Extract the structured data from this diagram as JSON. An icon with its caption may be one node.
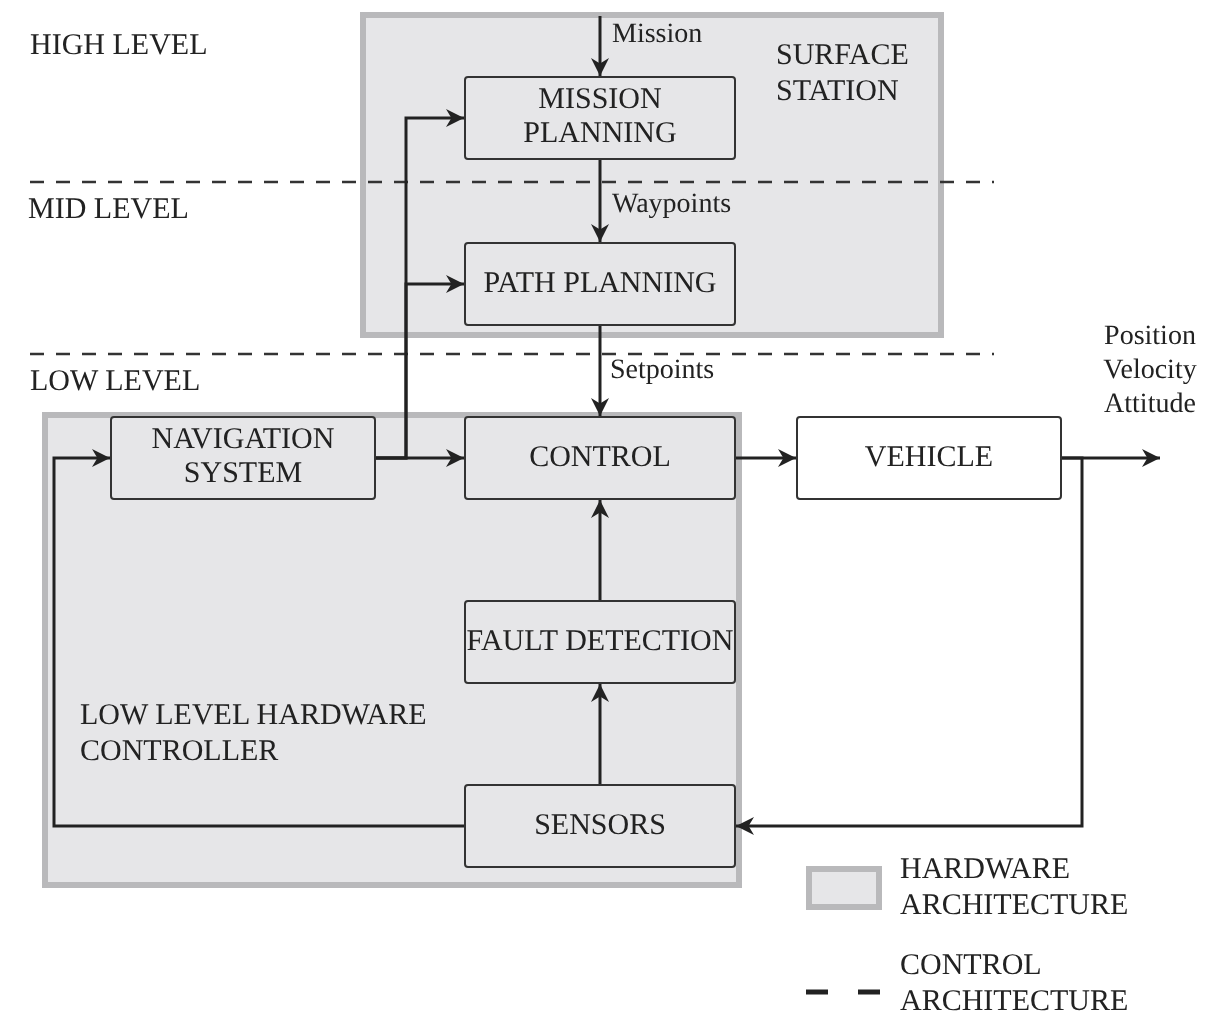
{
  "diagram": {
    "nodes": [
      {
        "text": [
          "SURFACE STATION"
        ]
      },
      {
        "text": [
          "MISSION PLANNING"
        ],
        "in": 0
      },
      {
        "text": [
          "PATH PLANNING"
        ],
        "in": 0
      },
      {
        "text": [
          "LOW LEVEL HARDWARE CONTROLLER"
        ]
      },
      {
        "text": [
          "NAVIGATION SYSTEM"
        ],
        "in": 3
      },
      {
        "text": [
          "CONTROL"
        ],
        "in": 3
      },
      {
        "text": [
          "FAULT DETECTION"
        ],
        "in": 3
      },
      {
        "text": [
          "SENSORS"
        ],
        "in": 3
      },
      {
        "text": [
          "VEHICLE"
        ]
      }
    ],
    "edges": [
      {
        "from": null,
        "to": 1,
        "arrow": "to",
        "label": "Mission"
      },
      {
        "from": 1,
        "to": 2,
        "arrow": "to",
        "label": "Waypoints"
      },
      {
        "from": 2,
        "to": 5,
        "arrow": "to",
        "label": "Setpoints"
      },
      {
        "from": 4,
        "to": 5,
        "arrow": "to"
      },
      {
        "from": 4,
        "to": 1,
        "arrow": "to"
      },
      {
        "from": 4,
        "to": 2,
        "arrow": "to"
      },
      {
        "from": 5,
        "to": 8,
        "arrow": "to"
      },
      {
        "from": 8,
        "to": null,
        "arrow": "to",
        "label": "Position Velocity Attitude"
      },
      {
        "from": 8,
        "to": 7,
        "arrow": "to"
      },
      {
        "from": 7,
        "to": 6,
        "arrow": "to"
      },
      {
        "from": 6,
        "to": 5,
        "arrow": "to"
      },
      {
        "from": 7,
        "to": 4,
        "arrow": "to"
      }
    ],
    "labels": [
      "HIGH LEVEL",
      "MID LEVEL",
      "LOW LEVEL"
    ],
    "legend": [
      {
        "text": "HARDWARE ARCHITECTURE",
        "color": "#e6e6e8"
      },
      {
        "text": "CONTROL ARCHITECTURE"
      }
    ]
  }
}
